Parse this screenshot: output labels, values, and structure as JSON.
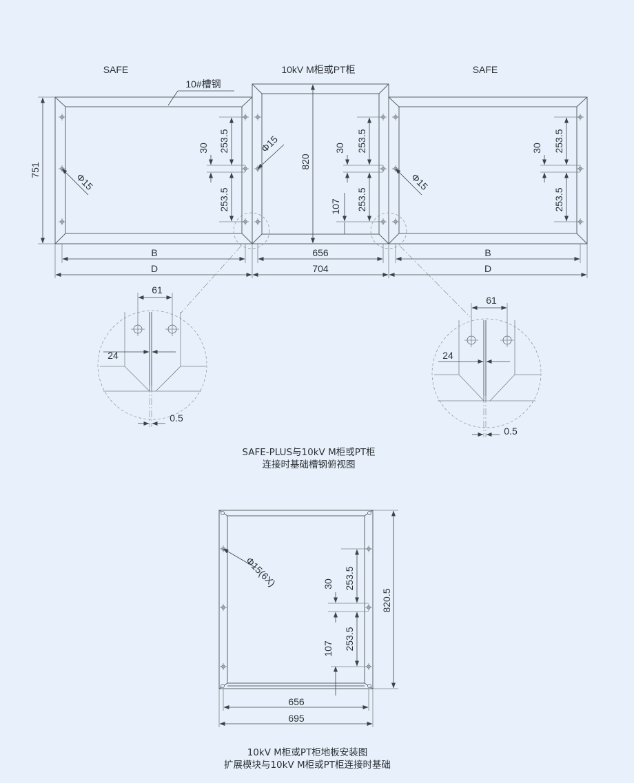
{
  "top_view": {
    "label_left_cabinet": "SAFE",
    "label_middle_cabinet": "10kV  M柜或PT柜",
    "label_right_cabinet": "SAFE",
    "label_channel_steel": "10#槽钢",
    "dim_height_left": "751",
    "dim_height_mid": "820",
    "dim_hole_left": "Φ15",
    "dim_hole_mid": "Φ15",
    "dim_hole_right": "Φ15",
    "dim_253_5": "253.5",
    "dim_30": "30",
    "dim_107": "107",
    "dim_B": "B",
    "dim_D": "D",
    "dim_656": "656",
    "dim_704": "704"
  },
  "detail_left": {
    "dim_61": "61",
    "dim_24": "24",
    "dim_0_5": "0.5"
  },
  "detail_right": {
    "dim_61": "61",
    "dim_24": "24",
    "dim_0_5": "0.5"
  },
  "caption_top": {
    "line1": "SAFE-PLUS与10kV M柜或PT柜",
    "line2": "连接时基础槽钢俯视图"
  },
  "floor_view": {
    "dim_hole": "Φ15(6X)",
    "dim_253_5": "253.5",
    "dim_30": "30",
    "dim_107": "107",
    "dim_820_5": "820.5",
    "dim_656": "656",
    "dim_695": "695"
  },
  "caption_bottom": {
    "line1": "10kV M柜或PT柜地板安装图",
    "line2": "扩展模块与10kV M柜或PT柜连接时基础"
  }
}
